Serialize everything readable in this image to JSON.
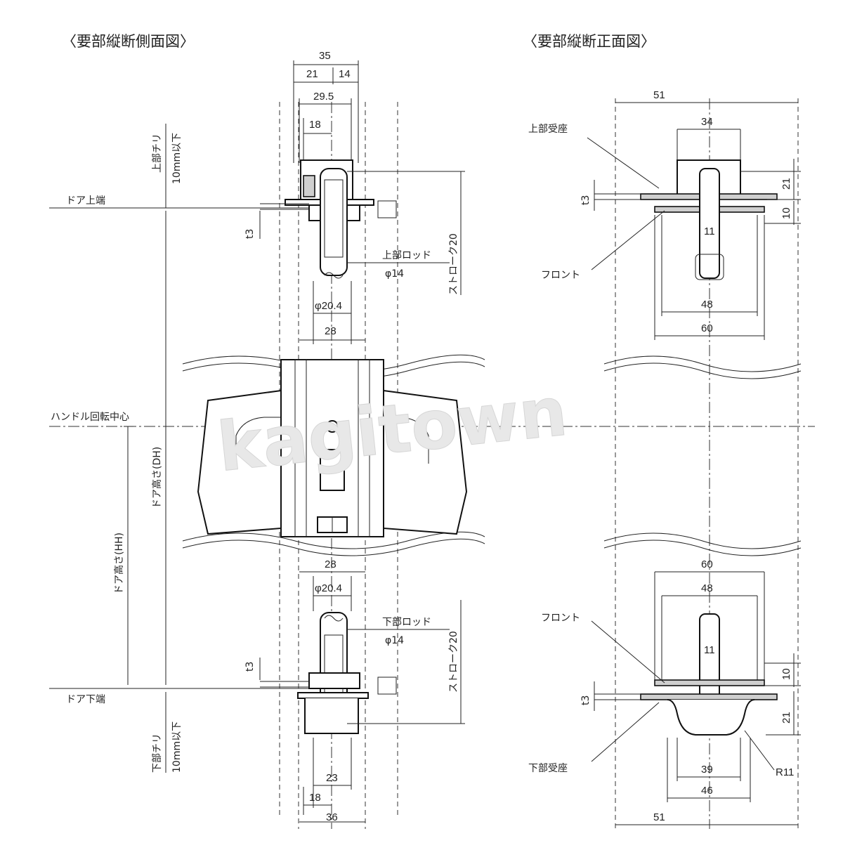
{
  "titles": {
    "side": "〈要部縦断側面図〉",
    "front": "〈要部縦断正面図〉"
  },
  "watermark": "kagitown",
  "side_labels": {
    "top_clearance": "上部チリ",
    "top_clearance_limit": "10mm以下",
    "door_top": "ドア上端",
    "handle_center": "ハンドル回転中心",
    "door_height": "ドア高さ(DH)",
    "handle_height": "ドア高さ(HH)",
    "door_bottom": "ドア下端",
    "bottom_clearance": "下部チリ",
    "bottom_clearance_limit": "10mm以下",
    "top_rod": "上部ロッド",
    "top_rod_dia": "φ14",
    "bottom_rod": "下部ロッド",
    "bottom_rod_dia": "φ14",
    "stroke_top": "ストローク20",
    "stroke_bottom": "ストローク20"
  },
  "side_dims": {
    "d35": "35",
    "d21": "21",
    "d14": "14",
    "d295": "29.5",
    "d18_top": "18",
    "t3_top": "t3",
    "phi204_top": "φ20.4",
    "d28_top": "28",
    "d28_bottom": "28",
    "phi204_bottom": "φ20.4",
    "t3_bottom": "t3",
    "d23": "23",
    "d18_bottom": "18",
    "d36": "36"
  },
  "front_labels": {
    "top_seat": "上部受座",
    "front_top": "フロント",
    "front_bottom": "フロント",
    "bottom_seat": "下部受座",
    "r11": "R11"
  },
  "front_dims": {
    "d51_top": "51",
    "d34": "34",
    "t3_top": "t3",
    "d21_top": "21",
    "d10_top": "10",
    "d11_top": "11",
    "d48_top": "48",
    "d60_top": "60",
    "d60_bottom": "60",
    "d48_bottom": "48",
    "d11_bottom": "11",
    "d10_bottom": "10",
    "t3_bottom": "t3",
    "d21_bottom": "21",
    "d39": "39",
    "d46": "46",
    "d51_bottom": "51"
  }
}
